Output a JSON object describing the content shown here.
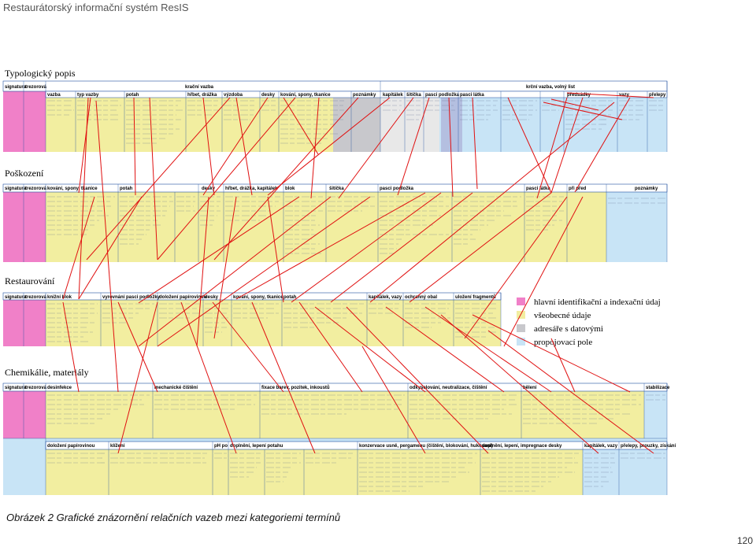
{
  "header": {
    "title": "Restaurátorský informační systém ResIS"
  },
  "sections": [
    {
      "title": "Typologický popis",
      "headers1": [
        "signatura",
        "trezorová",
        "krační vazba",
        "krční vazba, volný list"
      ],
      "headers2": [
        "vazba",
        "typ vazby",
        "potah",
        "hřbet, drážka",
        "výzdoba",
        "desky",
        "kování, spony, tkanice",
        "poznámky",
        "kapitálek",
        "šitíčka",
        "pasci podložka",
        "pasci látka",
        "předsádky",
        "vazy",
        "přelepy"
      ]
    },
    {
      "title": "Poškození",
      "headers1": [
        "signatura",
        "trezorová",
        "kování, spony, tkanice",
        "potah",
        "desky",
        "hřbet, drážka, kapitálek",
        "blok",
        "šitíčka",
        "pasci podložka",
        "pasci látka",
        "při před",
        "poznámky"
      ]
    },
    {
      "title": "Restaurování",
      "headers1": [
        "signatura",
        "trezorová",
        "knižní blok",
        "vyrovnání pasci podložky",
        "doložení papírovinou",
        "desky",
        "kování, spony, tkanice",
        "potah",
        "kapitálek, vazy",
        "ochranný obal",
        "uložení fragmentů"
      ]
    },
    {
      "title": "Chemikálie, materiály",
      "headers1": [
        "signatura",
        "trezorová",
        "desinfekce",
        "mechanické čištění",
        "fixace barev, pozitek, inkoustů",
        "odkyselování, neutralizace, čištění",
        "bělení",
        "stabilizace"
      ],
      "headers2": [
        "doložení papírovinou",
        "klížení",
        "pH po",
        "doplnění, lepení potahu",
        "konzervace usně, pergamenu (čištění, blokování, hukovani)",
        "doplnění, lepení, impregnace desky",
        "kapitálek, vazy",
        "přelepy, prouzky, získání"
      ]
    }
  ],
  "legend": [
    {
      "label": "hlavní identifikační a indexační údaj",
      "color": "#f080c8"
    },
    {
      "label": "všeobecné údaje",
      "color": "#f2eea0"
    },
    {
      "label": "adresáře s datovými",
      "color": "#c8c8cc"
    },
    {
      "label": "propojovací pole",
      "color": "#c8e4f6"
    }
  ],
  "caption": "Obrázek 2  Grafické znázornění relačních vazeb mezi kategoriemi termínů",
  "page_number": "120"
}
